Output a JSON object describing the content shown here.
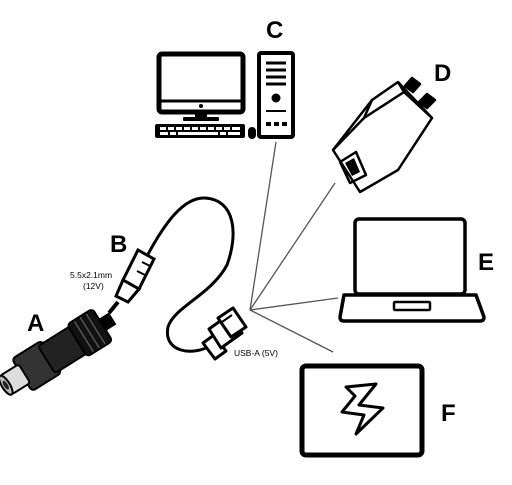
{
  "labels": {
    "a": "A",
    "b": "B",
    "c": "C",
    "d": "D",
    "e": "E",
    "f": "F"
  },
  "barrel_spec": {
    "line1": "5.5x2.1mm",
    "line2": "(12V)"
  },
  "usb_spec": "USB-A (5V)",
  "devices": {
    "c": "desktop-computer-icon",
    "d": "wall-charger-icon",
    "e": "laptop-icon",
    "f": "power-bank-icon"
  },
  "colors": {
    "stroke": "#000000",
    "line": "#555555",
    "background": "#ffffff"
  }
}
